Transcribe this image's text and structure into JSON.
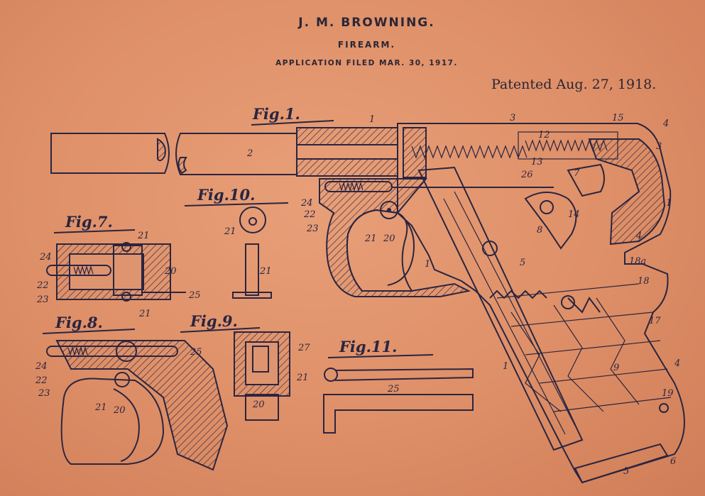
{
  "header": {
    "inventor": "J. M. BROWNING.",
    "title": "FIREARM.",
    "filed": "APPLICATION FILED MAR. 30, 1917.",
    "patented": "Patented Aug. 27, 1918."
  },
  "figures": [
    {
      "id": "fig1",
      "label": "Fig.1."
    },
    {
      "id": "fig7",
      "label": "Fig.7."
    },
    {
      "id": "fig8",
      "label": "Fig.8."
    },
    {
      "id": "fig9",
      "label": "Fig.9."
    },
    {
      "id": "fig10",
      "label": "Fig.10."
    },
    {
      "id": "fig11",
      "label": "Fig.11."
    }
  ],
  "callouts": {
    "fig1": [
      "1",
      "2",
      "3",
      "15",
      "4",
      "3",
      "12",
      "13",
      "7",
      "26",
      "1",
      "24",
      "22",
      "23",
      "21",
      "20",
      "1",
      "14",
      "8",
      "5",
      "4",
      "18a",
      "18",
      "17",
      "1",
      "9",
      "4",
      "19",
      "5",
      "6"
    ],
    "fig7": [
      "21",
      "24",
      "22",
      "23",
      "20",
      "25",
      "21"
    ],
    "fig8": [
      "25",
      "24",
      "22",
      "23",
      "21",
      "20"
    ],
    "fig9": [
      "27",
      "21",
      "20"
    ],
    "fig10": [
      "21",
      "21"
    ],
    "fig11": [
      "25"
    ]
  }
}
